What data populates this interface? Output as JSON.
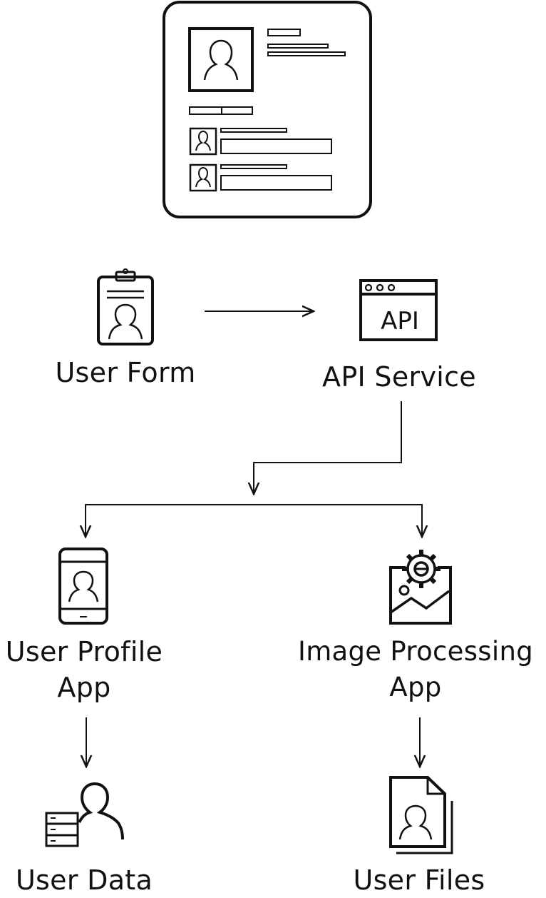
{
  "colors": {
    "stroke": "#111111",
    "background": "#ffffff"
  },
  "nodes": {
    "user_form": {
      "label": "User Form",
      "icon": "clipboard-user-icon"
    },
    "api_service": {
      "label": "API Service",
      "icon": "api-window-icon",
      "icon_text": "API"
    },
    "user_profile_app": {
      "label_line1": "User Profile",
      "label_line2": "App",
      "icon": "smartphone-user-icon"
    },
    "image_processing_app": {
      "label_line1": "Image Processing",
      "label_line2": "App",
      "icon": "image-gear-icon"
    },
    "user_data": {
      "label": "User Data",
      "icon": "user-database-icon"
    },
    "user_files": {
      "label": "User Files",
      "icon": "user-document-icon"
    }
  },
  "top_illustration": {
    "icon": "profile-card-icon"
  }
}
